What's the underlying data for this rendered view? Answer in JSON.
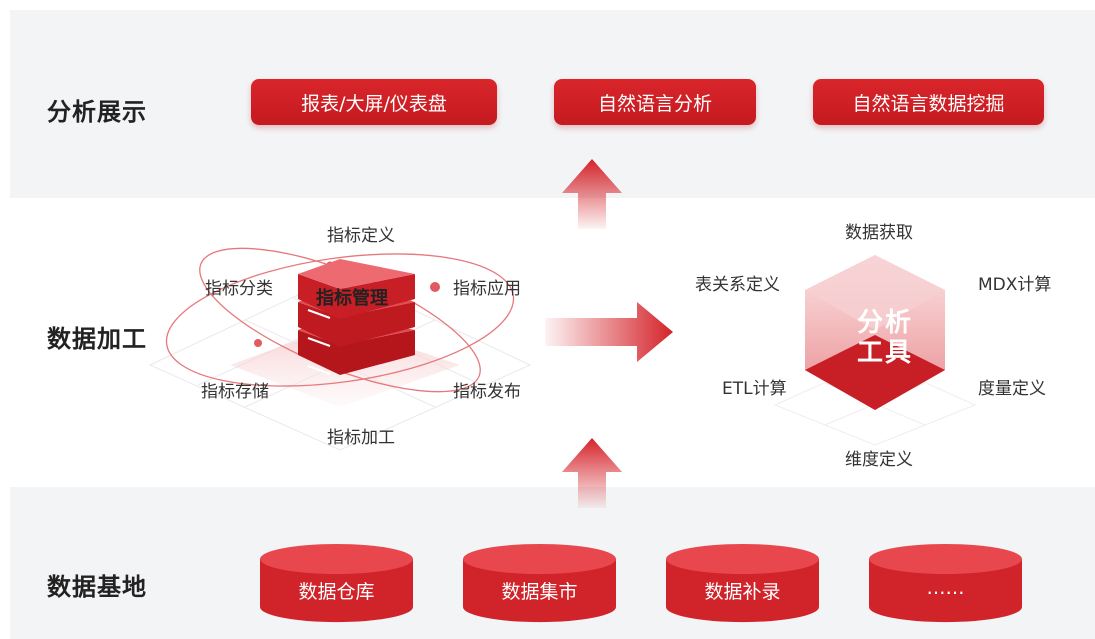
{
  "rows": {
    "top": "分析展示",
    "middle": "数据加工",
    "bottom": "数据基地"
  },
  "top_buttons": [
    "报表/大屏/仪表盘",
    "自然语言分析",
    "自然语言数据挖掘"
  ],
  "indicator": {
    "center": "指标管理",
    "labels": [
      "指标定义",
      "指标分类",
      "指标应用",
      "指标存储",
      "指标发布",
      "指标加工"
    ]
  },
  "analysis_tool": {
    "center_line1": "分析",
    "center_line2": "工具",
    "labels": [
      "数据获取",
      "表关系定义",
      "MDX计算",
      "ETL计算",
      "度量定义",
      "维度定义"
    ]
  },
  "databases": [
    "数据仓库",
    "数据集市",
    "数据补录",
    "……"
  ],
  "colors": {
    "accent": "#d4232a",
    "band": "#f3f4f6"
  }
}
